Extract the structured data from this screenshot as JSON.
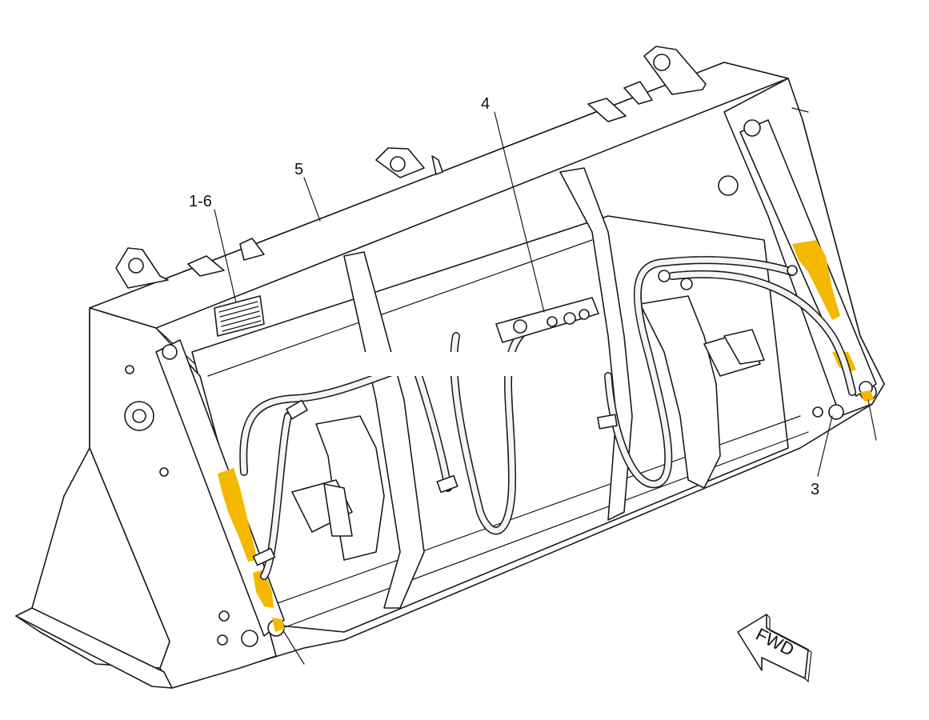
{
  "diagram": {
    "callouts": [
      {
        "id": "c1",
        "label": "1-6"
      },
      {
        "id": "c2",
        "label": "5"
      },
      {
        "id": "c3",
        "label": "4"
      },
      {
        "id": "c4",
        "label": "3"
      }
    ],
    "direction_label": "FWD",
    "colors": {
      "line": "#1a1a1a",
      "highlight": "#f5b800",
      "background": "#ffffff"
    }
  }
}
